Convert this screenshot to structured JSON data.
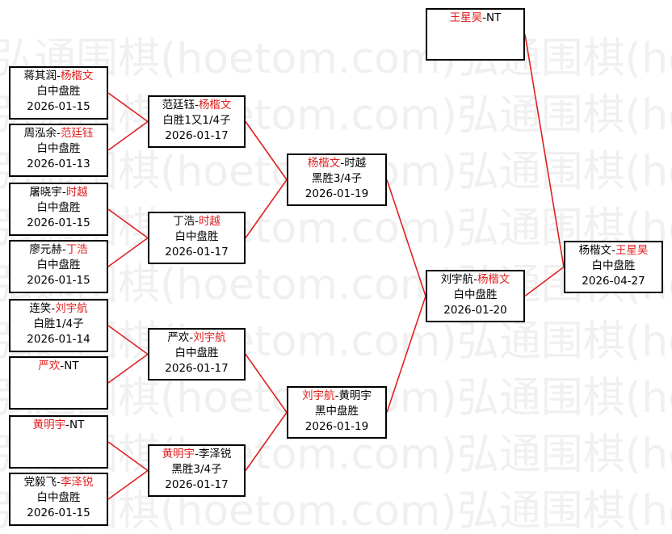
{
  "watermark": "弘通围棋(hoetom.com)弘通围棋(hoetom.com)",
  "colors": {
    "winner": "#e02020",
    "connector": "#e02020",
    "border": "#000000"
  },
  "matches": [
    {
      "id": "r1m1",
      "p1": "蒋其润",
      "p2": "杨楷文",
      "winner": 2,
      "result": "白中盘胜",
      "date": "2026-01-15"
    },
    {
      "id": "r1m2",
      "p1": "周泓余",
      "p2": "范廷钰",
      "winner": 2,
      "result": "白中盘胜",
      "date": "2026-01-13"
    },
    {
      "id": "r1m3",
      "p1": "屠晓宇",
      "p2": "时越",
      "winner": 2,
      "result": "白中盘胜",
      "date": "2026-01-15"
    },
    {
      "id": "r1m4",
      "p1": "廖元赫",
      "p2": "丁浩",
      "winner": 2,
      "result": "白中盘胜",
      "date": "2026-01-15"
    },
    {
      "id": "r1m5",
      "p1": "连笑",
      "p2": "刘宇航",
      "winner": 2,
      "result": "白胜1/4子",
      "date": "2026-01-14"
    },
    {
      "id": "r1m6",
      "p1": "严欢",
      "p2": "NT",
      "winner": 1,
      "result": "",
      "date": ""
    },
    {
      "id": "r1m7",
      "p1": "黄明宇",
      "p2": "NT",
      "winner": 1,
      "result": "",
      "date": ""
    },
    {
      "id": "r1m8",
      "p1": "党毅飞",
      "p2": "李泽锐",
      "winner": 2,
      "result": "白中盘胜",
      "date": "2026-01-15"
    },
    {
      "id": "r2m1",
      "p1": "范廷钰",
      "p2": "杨楷文",
      "winner": 2,
      "result": "白胜1又1/4子",
      "date": "2026-01-17"
    },
    {
      "id": "r2m2",
      "p1": "丁浩",
      "p2": "时越",
      "winner": 2,
      "result": "白中盘胜",
      "date": "2026-01-17"
    },
    {
      "id": "r2m3",
      "p1": "严欢",
      "p2": "刘宇航",
      "winner": 2,
      "result": "白中盘胜",
      "date": "2026-01-17"
    },
    {
      "id": "r2m4",
      "p1": "黄明宇",
      "p2": "李泽锐",
      "winner": 1,
      "result": "黑胜3/4子",
      "date": "2026-01-17"
    },
    {
      "id": "r3m1",
      "p1": "杨楷文",
      "p2": "时越",
      "winner": 1,
      "result": "黑胜3/4子",
      "date": "2026-01-19"
    },
    {
      "id": "r3m2",
      "p1": "刘宇航",
      "p2": "黄明宇",
      "winner": 1,
      "result": "黑中盘胜",
      "date": "2026-01-19"
    },
    {
      "id": "r4m1",
      "p1": "刘宇航",
      "p2": "杨楷文",
      "winner": 2,
      "result": "白中盘胜",
      "date": "2026-01-20"
    },
    {
      "id": "seed",
      "p1": "王星昊",
      "p2": "NT",
      "winner": 1,
      "result": "",
      "date": ""
    },
    {
      "id": "final",
      "p1": "杨楷文",
      "p2": "王星昊",
      "winner": 2,
      "result": "白中盘胜",
      "date": "2026-04-27"
    }
  ]
}
